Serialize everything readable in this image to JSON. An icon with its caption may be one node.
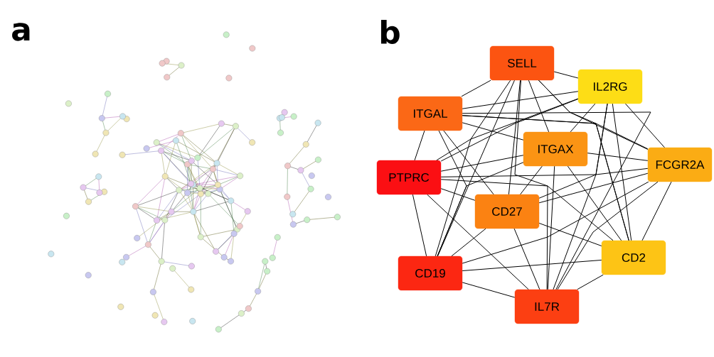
{
  "diagram": {
    "nodes": [
      {
        "text": [
          "SELL"
        ]
      },
      {
        "text": [
          "IL2RG"
        ]
      },
      {
        "text": [
          "ITGAL"
        ]
      },
      {
        "text": [
          "ITGAX"
        ]
      },
      {
        "text": [
          "FCGR2A"
        ]
      },
      {
        "text": [
          "PTPRC"
        ]
      },
      {
        "text": [
          "CD27"
        ]
      },
      {
        "text": [
          "CD2"
        ]
      },
      {
        "text": [
          "CD19"
        ]
      },
      {
        "text": [
          "IL7R"
        ]
      }
    ],
    "edges": [
      {
        "from": 0,
        "to": 1,
        "arrow": "none"
      },
      {
        "from": 0,
        "to": 2,
        "arrow": "none"
      },
      {
        "from": 0,
        "to": 3,
        "arrow": "none"
      },
      {
        "from": 0,
        "to": 4,
        "arrow": "none"
      },
      {
        "from": 0,
        "to": 5,
        "arrow": "none"
      },
      {
        "from": 0,
        "to": 6,
        "arrow": "none"
      },
      {
        "from": 0,
        "to": 7,
        "arrow": "none"
      },
      {
        "from": 0,
        "to": 8,
        "arrow": "none"
      },
      {
        "from": 0,
        "to": 9,
        "arrow": "none"
      },
      {
        "from": 1,
        "to": 2,
        "arrow": "none"
      },
      {
        "from": 1,
        "to": 3,
        "arrow": "none"
      },
      {
        "from": 1,
        "to": 4,
        "arrow": "none"
      },
      {
        "from": 1,
        "to": 5,
        "arrow": "none"
      },
      {
        "from": 1,
        "to": 6,
        "arrow": "none"
      },
      {
        "from": 1,
        "to": 7,
        "arrow": "none"
      },
      {
        "from": 1,
        "to": 8,
        "arrow": "none"
      },
      {
        "from": 1,
        "to": 9,
        "arrow": "none"
      },
      {
        "from": 2,
        "to": 3,
        "arrow": "none"
      },
      {
        "from": 2,
        "to": 4,
        "arrow": "none"
      },
      {
        "from": 2,
        "to": 5,
        "arrow": "none"
      },
      {
        "from": 2,
        "to": 6,
        "arrow": "none"
      },
      {
        "from": 2,
        "to": 7,
        "arrow": "none"
      },
      {
        "from": 2,
        "to": 8,
        "arrow": "none"
      },
      {
        "from": 2,
        "to": 9,
        "arrow": "none"
      },
      {
        "from": 3,
        "to": 4,
        "arrow": "none"
      },
      {
        "from": 3,
        "to": 5,
        "arrow": "none"
      },
      {
        "from": 3,
        "to": 6,
        "arrow": "none"
      },
      {
        "from": 3,
        "to": 7,
        "arrow": "none"
      },
      {
        "from": 3,
        "to": 8,
        "arrow": "none"
      },
      {
        "from": 3,
        "to": 9,
        "arrow": "none"
      },
      {
        "from": 4,
        "to": 5,
        "arrow": "none"
      },
      {
        "from": 4,
        "to": 6,
        "arrow": "none"
      },
      {
        "from": 4,
        "to": 7,
        "arrow": "none"
      },
      {
        "from": 4,
        "to": 8,
        "arrow": "none"
      },
      {
        "from": 4,
        "to": 9,
        "arrow": "none"
      },
      {
        "from": 5,
        "to": 6,
        "arrow": "none"
      },
      {
        "from": 5,
        "to": 7,
        "arrow": "none"
      },
      {
        "from": 5,
        "to": 8,
        "arrow": "none"
      },
      {
        "from": 5,
        "to": 9,
        "arrow": "none"
      },
      {
        "from": 6,
        "to": 7,
        "arrow": "none"
      },
      {
        "from": 6,
        "to": 8,
        "arrow": "none"
      },
      {
        "from": 6,
        "to": 9,
        "arrow": "none"
      },
      {
        "from": 7,
        "to": 8,
        "arrow": "none"
      },
      {
        "from": 7,
        "to": 9,
        "arrow": "none"
      },
      {
        "from": 8,
        "to": 9,
        "arrow": "none"
      }
    ],
    "labels": [
      "a",
      "b"
    ]
  }
}
